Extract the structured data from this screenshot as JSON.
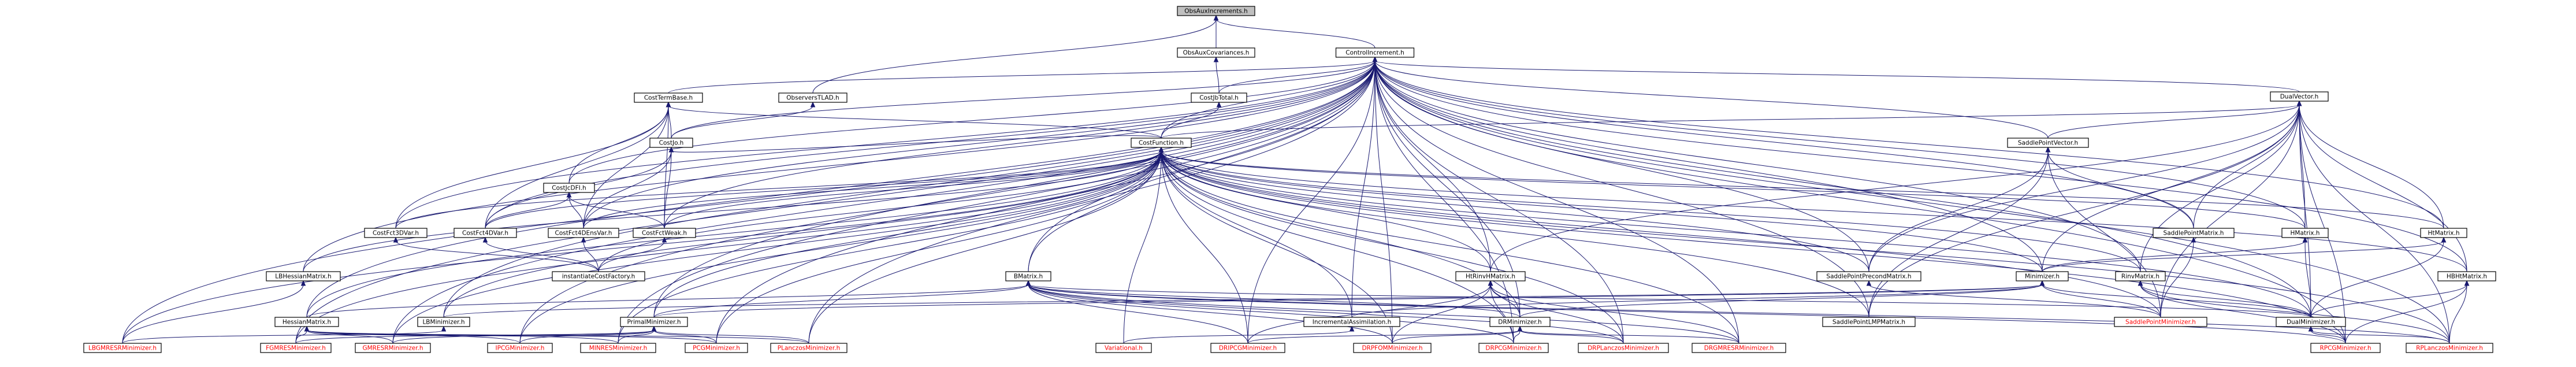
{
  "graph": {
    "colors": {
      "edge": "#191970",
      "box_border": "#000000",
      "highlight_fill": "#bfbfbf",
      "red_label": "#ff0000",
      "normal_label": "#000000"
    },
    "nodes": [
      {
        "id": "n0",
        "label": "ObsAuxIncrements.h",
        "highlight": true
      },
      {
        "id": "n1",
        "label": "ObsAuxCovariances.h"
      },
      {
        "id": "n2",
        "label": "ControlIncrement.h"
      },
      {
        "id": "n3",
        "label": "CostTermBase.h"
      },
      {
        "id": "n4",
        "label": "ObserversTLAD.h"
      },
      {
        "id": "n5",
        "label": "CostJbTotal.h"
      },
      {
        "id": "n6",
        "label": "DualVector.h"
      },
      {
        "id": "n7",
        "label": "CostJo.h"
      },
      {
        "id": "n8",
        "label": "CostFunction.h"
      },
      {
        "id": "n9",
        "label": "SaddlePointVector.h"
      },
      {
        "id": "n10",
        "label": "CostJcDFI.h"
      },
      {
        "id": "n11",
        "label": "CostFct3DVar.h"
      },
      {
        "id": "n12",
        "label": "CostFct4DVar.h"
      },
      {
        "id": "n13",
        "label": "CostFct4DEnsVar.h"
      },
      {
        "id": "n14",
        "label": "CostFctWeak.h"
      },
      {
        "id": "n15",
        "label": "SaddlePointMatrix.h"
      },
      {
        "id": "n16",
        "label": "HMatrix.h"
      },
      {
        "id": "n17",
        "label": "HtMatrix.h"
      },
      {
        "id": "n18",
        "label": "LBHessianMatrix.h"
      },
      {
        "id": "n19",
        "label": "instantiateCostFactory.h"
      },
      {
        "id": "n20",
        "label": "HtRinvHMatrix.h"
      },
      {
        "id": "n21",
        "label": "SaddlePointPrecondMatrix.h"
      },
      {
        "id": "n22",
        "label": "Minimizer.h"
      },
      {
        "id": "n23",
        "label": "RinvMatrix.h"
      },
      {
        "id": "n24",
        "label": "HBHtMatrix.h"
      },
      {
        "id": "n25",
        "label": "BMatrix.h"
      },
      {
        "id": "n26",
        "label": "LBMinimizer.h"
      },
      {
        "id": "n27",
        "label": "HessianMatrix.h"
      },
      {
        "id": "n28",
        "label": "PrimalMinimizer.h"
      },
      {
        "id": "n29",
        "label": "IncrementalAssimilation.h"
      },
      {
        "id": "n30",
        "label": "DRMinimizer.h"
      },
      {
        "id": "n31",
        "label": "SaddlePointLMPMatrix.h"
      },
      {
        "id": "n32",
        "label": "SaddlePointMinimizer.h",
        "red": true
      },
      {
        "id": "n33",
        "label": "DualMinimizer.h"
      },
      {
        "id": "n34",
        "label": "LBGMRESRMinimizer.h",
        "red": true
      },
      {
        "id": "n35",
        "label": "FGMRESMinimizer.h",
        "red": true
      },
      {
        "id": "n36",
        "label": "GMRESRMinimizer.h",
        "red": true
      },
      {
        "id": "n37",
        "label": "IPCGMinimizer.h",
        "red": true
      },
      {
        "id": "n38",
        "label": "MINRESMinimizer.h",
        "red": true
      },
      {
        "id": "n39",
        "label": "PCGMinimizer.h",
        "red": true
      },
      {
        "id": "n40",
        "label": "PLanczosMinimizer.h",
        "red": true
      },
      {
        "id": "n41",
        "label": "Variational.h",
        "red": true
      },
      {
        "id": "n42",
        "label": "DRIPCGMinimizer.h",
        "red": true
      },
      {
        "id": "n43",
        "label": "DRPFOMMinimizer.h",
        "red": true
      },
      {
        "id": "n44",
        "label": "DRPCGMinimizer.h",
        "red": true
      },
      {
        "id": "n45",
        "label": "DRPLanczosMinimizer.h",
        "red": true
      },
      {
        "id": "n46",
        "label": "DRGMRESRMinimizer.h",
        "red": true
      },
      {
        "id": "n47",
        "label": "RPCGMinimizer.h",
        "red": true
      },
      {
        "id": "n48",
        "label": "RPLanczosMinimizer.h",
        "red": true
      }
    ],
    "edges": [
      [
        "n0",
        "n1"
      ],
      [
        "n0",
        "n2"
      ],
      [
        "n0",
        "n4"
      ],
      [
        "n1",
        "n5"
      ],
      [
        "n2",
        "n3"
      ],
      [
        "n2",
        "n5"
      ],
      [
        "n2",
        "n6"
      ],
      [
        "n2",
        "n7"
      ],
      [
        "n2",
        "n8"
      ],
      [
        "n2",
        "n9"
      ],
      [
        "n2",
        "n10"
      ],
      [
        "n2",
        "n11"
      ],
      [
        "n2",
        "n12"
      ],
      [
        "n2",
        "n13"
      ],
      [
        "n2",
        "n14"
      ],
      [
        "n2",
        "n15"
      ],
      [
        "n2",
        "n16"
      ],
      [
        "n2",
        "n17"
      ],
      [
        "n2",
        "n18"
      ],
      [
        "n2",
        "n20"
      ],
      [
        "n2",
        "n21"
      ],
      [
        "n2",
        "n22"
      ],
      [
        "n2",
        "n23"
      ],
      [
        "n2",
        "n24"
      ],
      [
        "n2",
        "n25"
      ],
      [
        "n2",
        "n26"
      ],
      [
        "n2",
        "n27"
      ],
      [
        "n2",
        "n28"
      ],
      [
        "n2",
        "n29"
      ],
      [
        "n2",
        "n30"
      ],
      [
        "n2",
        "n31"
      ],
      [
        "n2",
        "n33"
      ],
      [
        "n2",
        "n34"
      ],
      [
        "n2",
        "n35"
      ],
      [
        "n2",
        "n36"
      ],
      [
        "n2",
        "n37"
      ],
      [
        "n2",
        "n38"
      ],
      [
        "n2",
        "n39"
      ],
      [
        "n2",
        "n40"
      ],
      [
        "n2",
        "n42"
      ],
      [
        "n2",
        "n43"
      ],
      [
        "n2",
        "n44"
      ],
      [
        "n2",
        "n45"
      ],
      [
        "n2",
        "n46"
      ],
      [
        "n2",
        "n47"
      ],
      [
        "n2",
        "n48"
      ],
      [
        "n3",
        "n7"
      ],
      [
        "n3",
        "n8"
      ],
      [
        "n3",
        "n10"
      ],
      [
        "n3",
        "n11"
      ],
      [
        "n3",
        "n12"
      ],
      [
        "n3",
        "n13"
      ],
      [
        "n3",
        "n14"
      ],
      [
        "n4",
        "n7"
      ],
      [
        "n5",
        "n8"
      ],
      [
        "n6",
        "n8"
      ],
      [
        "n6",
        "n9"
      ],
      [
        "n6",
        "n15"
      ],
      [
        "n6",
        "n16"
      ],
      [
        "n6",
        "n17"
      ],
      [
        "n6",
        "n20"
      ],
      [
        "n6",
        "n21"
      ],
      [
        "n6",
        "n22"
      ],
      [
        "n6",
        "n23"
      ],
      [
        "n6",
        "n24"
      ],
      [
        "n6",
        "n31"
      ],
      [
        "n6",
        "n32"
      ],
      [
        "n6",
        "n33"
      ],
      [
        "n6",
        "n47"
      ],
      [
        "n6",
        "n48"
      ],
      [
        "n7",
        "n8"
      ],
      [
        "n7",
        "n12"
      ],
      [
        "n7",
        "n13"
      ],
      [
        "n7",
        "n14"
      ],
      [
        "n8",
        "n11"
      ],
      [
        "n8",
        "n12"
      ],
      [
        "n8",
        "n13"
      ],
      [
        "n8",
        "n14"
      ],
      [
        "n8",
        "n16"
      ],
      [
        "n8",
        "n17"
      ],
      [
        "n8",
        "n18"
      ],
      [
        "n8",
        "n19"
      ],
      [
        "n8",
        "n20"
      ],
      [
        "n8",
        "n21"
      ],
      [
        "n8",
        "n22"
      ],
      [
        "n8",
        "n23"
      ],
      [
        "n8",
        "n24"
      ],
      [
        "n8",
        "n25"
      ],
      [
        "n8",
        "n26"
      ],
      [
        "n8",
        "n27"
      ],
      [
        "n8",
        "n28"
      ],
      [
        "n8",
        "n29"
      ],
      [
        "n8",
        "n30"
      ],
      [
        "n8",
        "n31"
      ],
      [
        "n8",
        "n32"
      ],
      [
        "n8",
        "n33"
      ],
      [
        "n8",
        "n34"
      ],
      [
        "n8",
        "n35"
      ],
      [
        "n8",
        "n36"
      ],
      [
        "n8",
        "n37"
      ],
      [
        "n8",
        "n38"
      ],
      [
        "n8",
        "n39"
      ],
      [
        "n8",
        "n40"
      ],
      [
        "n8",
        "n41"
      ],
      [
        "n8",
        "n42"
      ],
      [
        "n8",
        "n43"
      ],
      [
        "n8",
        "n44"
      ],
      [
        "n8",
        "n45"
      ],
      [
        "n8",
        "n46"
      ],
      [
        "n8",
        "n47"
      ],
      [
        "n8",
        "n48"
      ],
      [
        "n9",
        "n15"
      ],
      [
        "n9",
        "n21"
      ],
      [
        "n9",
        "n31"
      ],
      [
        "n9",
        "n32"
      ],
      [
        "n10",
        "n12"
      ],
      [
        "n10",
        "n13"
      ],
      [
        "n10",
        "n14"
      ],
      [
        "n11",
        "n19"
      ],
      [
        "n12",
        "n19"
      ],
      [
        "n13",
        "n19"
      ],
      [
        "n14",
        "n19"
      ],
      [
        "n15",
        "n32"
      ],
      [
        "n16",
        "n22"
      ],
      [
        "n16",
        "n33"
      ],
      [
        "n17",
        "n22"
      ],
      [
        "n17",
        "n33"
      ],
      [
        "n18",
        "n34"
      ],
      [
        "n20",
        "n30"
      ],
      [
        "n20",
        "n42"
      ],
      [
        "n20",
        "n43"
      ],
      [
        "n20",
        "n44"
      ],
      [
        "n20",
        "n45"
      ],
      [
        "n20",
        "n46"
      ],
      [
        "n21",
        "n32"
      ],
      [
        "n22",
        "n26"
      ],
      [
        "n22",
        "n28"
      ],
      [
        "n22",
        "n29"
      ],
      [
        "n22",
        "n30"
      ],
      [
        "n22",
        "n32"
      ],
      [
        "n22",
        "n33"
      ],
      [
        "n23",
        "n33"
      ],
      [
        "n23",
        "n47"
      ],
      [
        "n23",
        "n48"
      ],
      [
        "n24",
        "n33"
      ],
      [
        "n24",
        "n47"
      ],
      [
        "n24",
        "n48"
      ],
      [
        "n25",
        "n27"
      ],
      [
        "n25",
        "n28"
      ],
      [
        "n25",
        "n30"
      ],
      [
        "n25",
        "n33"
      ],
      [
        "n25",
        "n42"
      ],
      [
        "n25",
        "n43"
      ],
      [
        "n25",
        "n44"
      ],
      [
        "n25",
        "n45"
      ],
      [
        "n25",
        "n46"
      ],
      [
        "n25",
        "n47"
      ],
      [
        "n25",
        "n48"
      ],
      [
        "n26",
        "n34"
      ],
      [
        "n27",
        "n35"
      ],
      [
        "n27",
        "n36"
      ],
      [
        "n27",
        "n37"
      ],
      [
        "n27",
        "n38"
      ],
      [
        "n27",
        "n39"
      ],
      [
        "n27",
        "n40"
      ],
      [
        "n28",
        "n35"
      ],
      [
        "n28",
        "n36"
      ],
      [
        "n28",
        "n37"
      ],
      [
        "n28",
        "n38"
      ],
      [
        "n28",
        "n39"
      ],
      [
        "n28",
        "n40"
      ],
      [
        "n29",
        "n41"
      ],
      [
        "n30",
        "n42"
      ],
      [
        "n30",
        "n43"
      ],
      [
        "n30",
        "n44"
      ],
      [
        "n30",
        "n45"
      ],
      [
        "n30",
        "n46"
      ],
      [
        "n33",
        "n47"
      ],
      [
        "n33",
        "n48"
      ]
    ]
  }
}
